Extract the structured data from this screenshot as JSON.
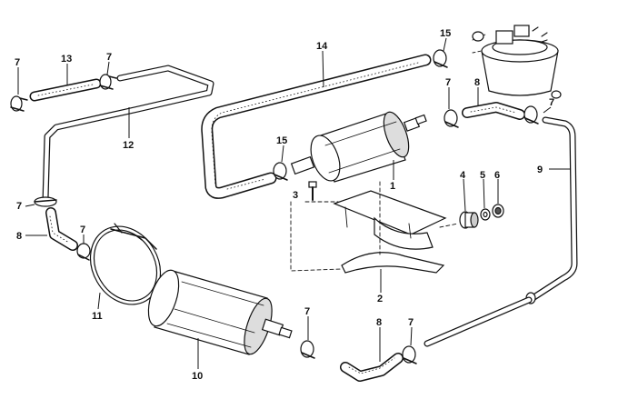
{
  "diagram": {
    "callouts": [
      {
        "id": "c7a",
        "text": "7"
      },
      {
        "id": "c13",
        "text": "13"
      },
      {
        "id": "c7b",
        "text": "7"
      },
      {
        "id": "c12",
        "text": "12"
      },
      {
        "id": "c7c",
        "text": "7"
      },
      {
        "id": "c8a",
        "text": "8"
      },
      {
        "id": "c7d",
        "text": "7"
      },
      {
        "id": "c11",
        "text": "11"
      },
      {
        "id": "c10",
        "text": "10"
      },
      {
        "id": "c14",
        "text": "14"
      },
      {
        "id": "c15a",
        "text": "15"
      },
      {
        "id": "c15b",
        "text": "15"
      },
      {
        "id": "c3",
        "text": "3"
      },
      {
        "id": "c1",
        "text": "1"
      },
      {
        "id": "c2",
        "text": "2"
      },
      {
        "id": "c7e",
        "text": "7"
      },
      {
        "id": "c8b",
        "text": "8"
      },
      {
        "id": "c7f",
        "text": "7"
      },
      {
        "id": "c9",
        "text": "9"
      },
      {
        "id": "c4",
        "text": "4"
      },
      {
        "id": "c5",
        "text": "5"
      },
      {
        "id": "c6",
        "text": "6"
      },
      {
        "id": "c7g",
        "text": "7"
      },
      {
        "id": "c8c",
        "text": "8"
      },
      {
        "id": "c7h",
        "text": "7"
      }
    ]
  }
}
